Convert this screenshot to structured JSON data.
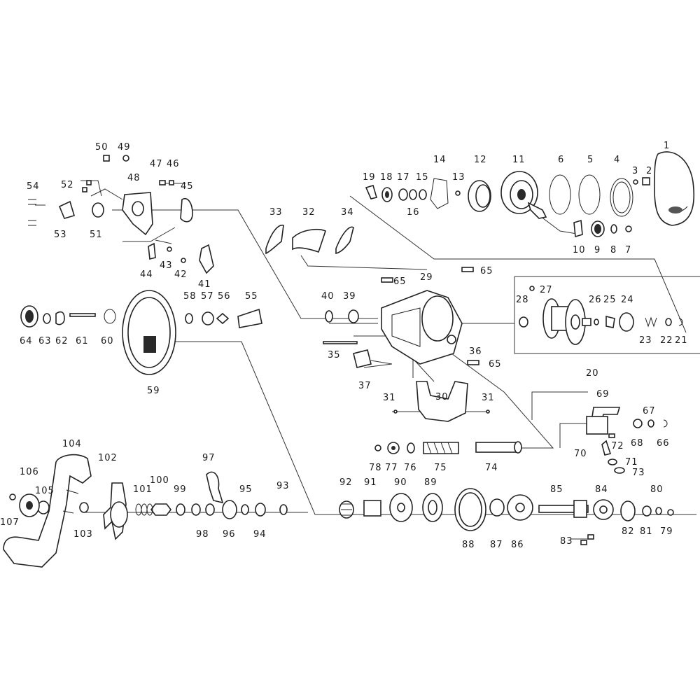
{
  "diagram": {
    "labels": [
      "1",
      "2",
      "3",
      "4",
      "5",
      "6",
      "7",
      "8",
      "9",
      "10",
      "11",
      "12",
      "13",
      "14",
      "15",
      "16",
      "17",
      "18",
      "19",
      "20",
      "21",
      "22",
      "23",
      "24",
      "25",
      "26",
      "27",
      "28",
      "29",
      "30",
      "31",
      "32",
      "33",
      "34",
      "35",
      "36",
      "37",
      "39",
      "40",
      "41",
      "42",
      "43",
      "44",
      "45",
      "46",
      "47",
      "48",
      "49",
      "50",
      "51",
      "52",
      "53",
      "54",
      "55",
      "56",
      "57",
      "58",
      "59",
      "60",
      "61",
      "62",
      "63",
      "64",
      "65",
      "66",
      "67",
      "68",
      "69",
      "70",
      "71",
      "72",
      "73",
      "74",
      "75",
      "76",
      "77",
      "78",
      "79",
      "80",
      "81",
      "82",
      "83",
      "84",
      "85",
      "86",
      "87",
      "88",
      "89",
      "90",
      "91",
      "92",
      "93",
      "94",
      "95",
      "96",
      "97",
      "98",
      "99",
      "100",
      "101",
      "102",
      "103",
      "104",
      "105",
      "106",
      "107"
    ]
  }
}
